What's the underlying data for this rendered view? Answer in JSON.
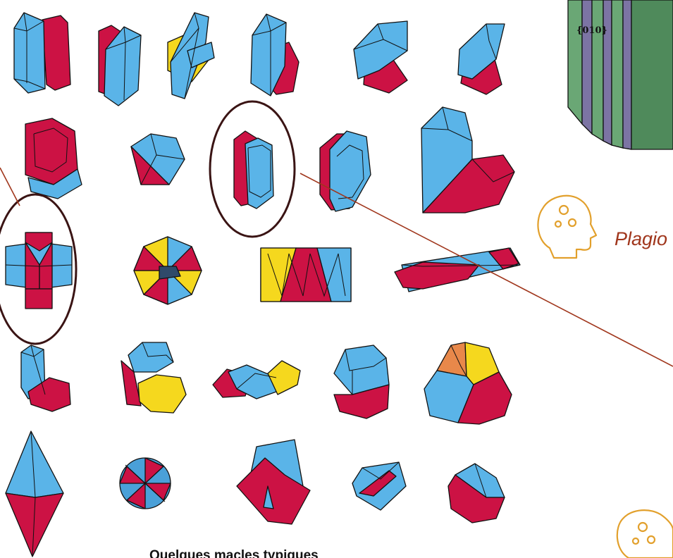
{
  "slide": {
    "caption": "Quelques macles typiques",
    "plagio_label": "Plagio",
    "lamella_face_label": "{010}"
  }
}
